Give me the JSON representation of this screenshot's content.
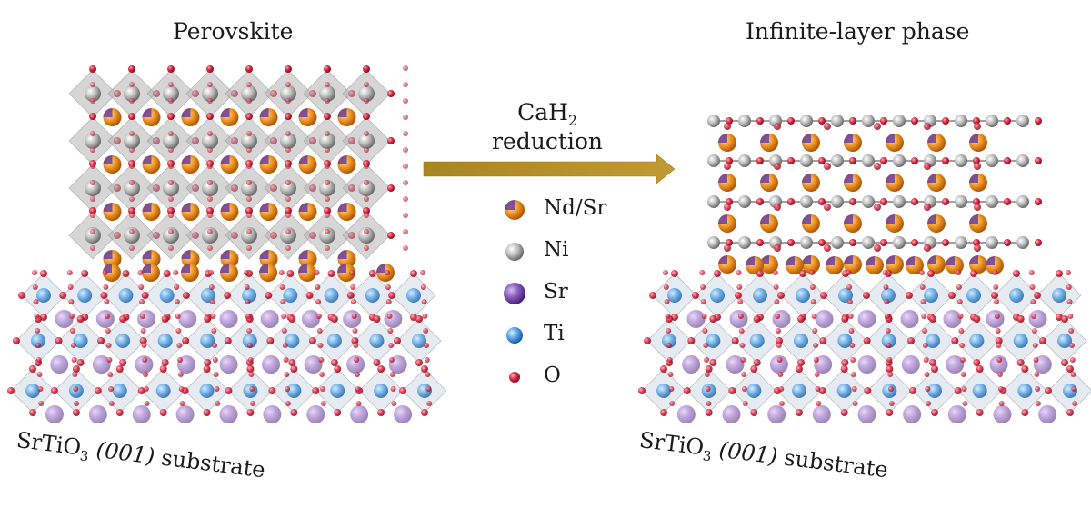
{
  "titles": {
    "left": "Perovskite",
    "right": "Infinite-layer phase"
  },
  "reaction": {
    "formula_base": "CaH",
    "formula_sub": "2",
    "word": "reduction"
  },
  "substrate": {
    "prefix": "SrTiO",
    "sub": "3",
    "middle": " (001)",
    "suffix": " substrate"
  },
  "legend": [
    {
      "label": "Nd/Sr",
      "icon": "nd-sr-atom-icon"
    },
    {
      "label": "Ni",
      "icon": "ni-atom-icon"
    },
    {
      "label": "Sr",
      "icon": "sr-atom-icon"
    },
    {
      "label": "Ti",
      "icon": "ti-atom-icon"
    },
    {
      "label": "O",
      "icon": "o-atom-icon"
    }
  ],
  "colors": {
    "arrow": "#b8922a",
    "nd_orange": "#f0a030",
    "nd_purple": "#6a3d9a",
    "ni": "#a8a8a8",
    "sr": "#7b4fb0",
    "ti": "#3a8fd8",
    "o": "#d0283a",
    "octahedron": "#b4b4b4",
    "substrate_octahedron": "#c7d2e2"
  }
}
